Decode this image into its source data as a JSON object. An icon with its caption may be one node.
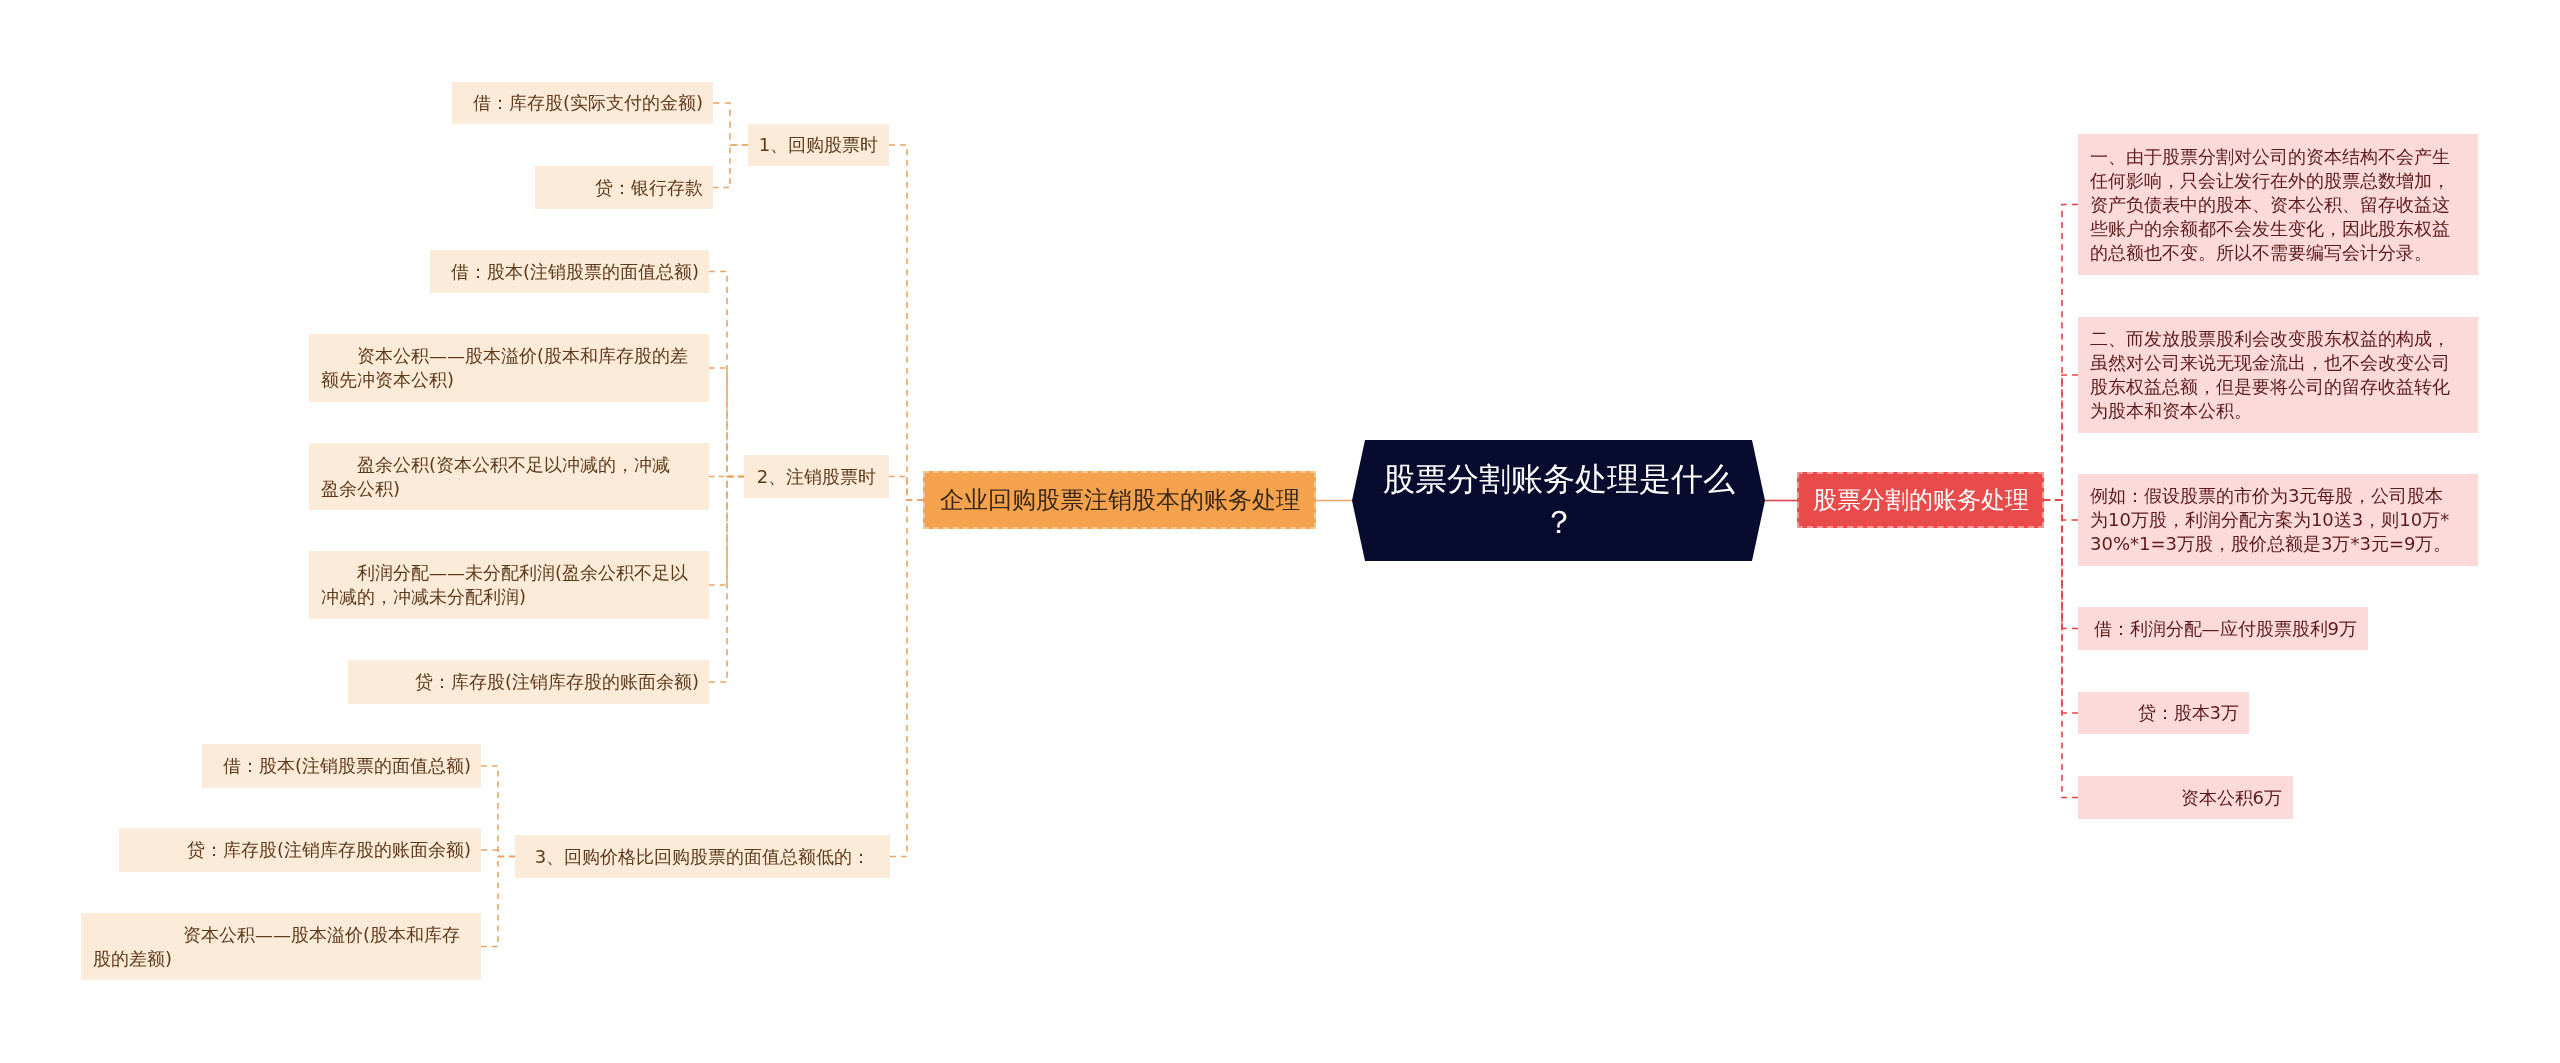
{
  "diagram": {
    "nodes": [
      {
        "text": [
          "股票分割账务处理是什么？"
        ]
      },
      {
        "text": [
          "企业回购股票注销股本的账务处理"
        ]
      },
      {
        "text": [
          "1、回购股票时"
        ]
      },
      {
        "text": [
          "借：库存股(实际支付的金额)"
        ]
      },
      {
        "text": [
          "贷：银行存款"
        ]
      },
      {
        "text": [
          "2、注销股票时"
        ]
      },
      {
        "text": [
          "借：股本(注销股票的面值总额)"
        ]
      },
      {
        "text": [
          "资本公积——股本溢价(股本和库存股的差额先冲资本公积)"
        ]
      },
      {
        "text": [
          "盈余公积(资本公积不足以冲减的，冲减盈余公积)"
        ]
      },
      {
        "text": [
          "利润分配——未分配利润(盈余公积不足以冲减的，冲减未分配利润)"
        ]
      },
      {
        "text": [
          "贷：库存股(注销库存股的账面余额)"
        ]
      },
      {
        "text": [
          "3、回购价格比回购股票的面值总额低的："
        ]
      },
      {
        "text": [
          "借：股本(注销股票的面值总额)"
        ]
      },
      {
        "text": [
          "贷：库存股(注销库存股的账面余额)"
        ]
      },
      {
        "text": [
          "资本公积——股本溢价(股本和库存股的差额)"
        ]
      },
      {
        "text": [
          "股票分割的账务处理"
        ]
      },
      {
        "text": [
          "一、由于股票分割对公司的资本结构不会产生任何影响，只会让发行在外的股票总数增加，资产负债表中的股本、资本公积、留存收益这些账户的余额都不会发生变化，因此股东权益的总额也不变。所以不需要编写会计分录。"
        ]
      },
      {
        "text": [
          "二、而发放股票股利会改变股东权益的构成，虽然对公司来说无现金流出，也不会改变公司股东权益总额，但是要将公司的留存收益转化为股本和资本公积。"
        ]
      },
      {
        "text": [
          "例如：假设股票的市价为3元每股，公司股本为10万股，利润分配方案为10送3，则10万*30%*1=3万股，股价总额是3万*3元=9万。"
        ]
      },
      {
        "text": [
          "借：利润分配—应付股票股利9万"
        ]
      },
      {
        "text": [
          "贷：股本3万"
        ]
      },
      {
        "text": [
          "资本公积6万"
        ]
      }
    ],
    "edges": [
      {
        "from": 0,
        "to": 1,
        "arrow": "none"
      },
      {
        "from": 1,
        "to": 2,
        "arrow": "none",
        "style": "dashed"
      },
      {
        "from": 2,
        "to": 3,
        "arrow": "none",
        "style": "dashed"
      },
      {
        "from": 2,
        "to": 4,
        "arrow": "none",
        "style": "dashed"
      },
      {
        "from": 1,
        "to": 5,
        "arrow": "none",
        "style": "dashed"
      },
      {
        "from": 5,
        "to": 6,
        "arrow": "none",
        "style": "dashed"
      },
      {
        "from": 5,
        "to": 7,
        "arrow": "none",
        "style": "dashed"
      },
      {
        "from": 5,
        "to": 8,
        "arrow": "none",
        "style": "dashed"
      },
      {
        "from": 5,
        "to": 9,
        "arrow": "none",
        "style": "dashed"
      },
      {
        "from": 5,
        "to": 10,
        "arrow": "none",
        "style": "dashed"
      },
      {
        "from": 1,
        "to": 11,
        "arrow": "none",
        "style": "dashed"
      },
      {
        "from": 11,
        "to": 12,
        "arrow": "none",
        "style": "dashed"
      },
      {
        "from": 11,
        "to": 13,
        "arrow": "none",
        "style": "dashed"
      },
      {
        "from": 11,
        "to": 14,
        "arrow": "none",
        "style": "dashed"
      },
      {
        "from": 0,
        "to": 15,
        "arrow": "none",
        "color": "#e0474c"
      },
      {
        "from": 15,
        "to": 16,
        "arrow": "none",
        "style": "dashed",
        "color": "#e0474c"
      },
      {
        "from": 15,
        "to": 17,
        "arrow": "none",
        "style": "dashed",
        "color": "#e0474c"
      },
      {
        "from": 15,
        "to": 18,
        "arrow": "none",
        "style": "dashed",
        "color": "#e0474c"
      },
      {
        "from": 15,
        "to": 19,
        "arrow": "none",
        "style": "dashed",
        "color": "#e0474c"
      },
      {
        "from": 15,
        "to": 20,
        "arrow": "none",
        "style": "dashed",
        "color": "#e0474c"
      },
      {
        "from": 15,
        "to": 21,
        "arrow": "none",
        "style": "dashed",
        "color": "#e0474c"
      }
    ]
  }
}
